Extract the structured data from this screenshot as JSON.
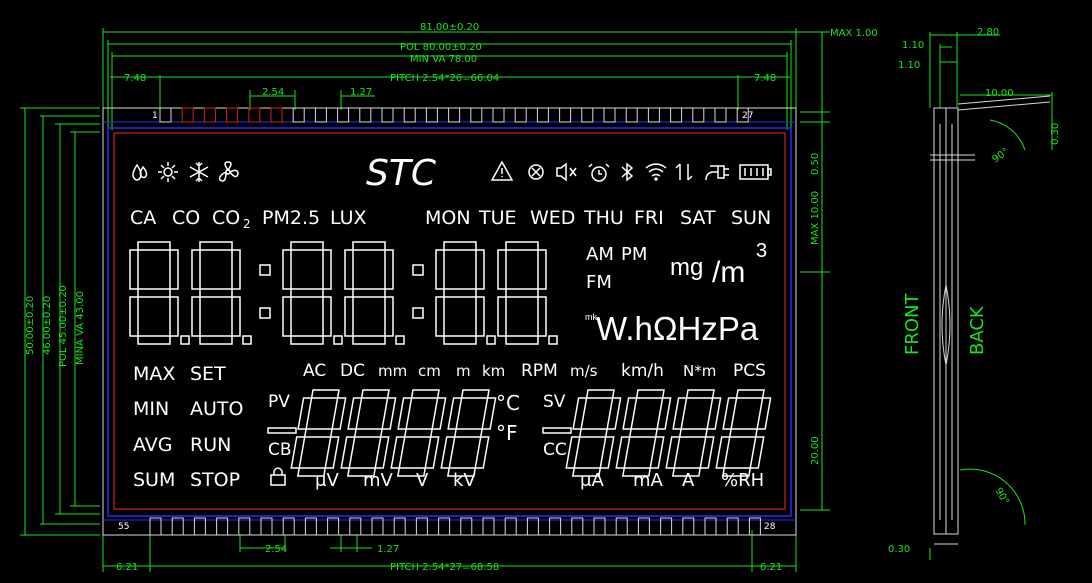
{
  "dimensions": {
    "overall_width": "81.00±0.20",
    "pol_width": "POL 80.00±0.20",
    "min_va_width": "MIN VA 78.00",
    "pitch_top": "PITCH 2.54*26=66.04",
    "left_offset_top": "7.48",
    "right_offset_top": "7.48",
    "pitch_unit_top": "2.54",
    "pin_width_top": "1.27",
    "max_thickness": "MAX 1.00",
    "dim_050": "0.50",
    "max_1000": "MAX 10.00",
    "dim_2000": "20.00",
    "overall_height": "50.00±0.20",
    "height_46": "46.00±0.20",
    "pol_height": "POL 45.00±0.20",
    "mina_va_height": "MINA VA 43.00",
    "pitch_bottom": "PITCH 2.54*27=68.58",
    "left_offset_bottom": "6.21",
    "right_offset_bottom": "6.21",
    "pitch_unit_bottom": "2.54",
    "pin_width_bottom": "1.27",
    "side_280": "2.80",
    "side_110a": "1.10",
    "side_110b": "1.10",
    "side_1000": "10.00",
    "side_030_top": "0.30",
    "side_030_bottom": "0.30",
    "angle_top": "90°",
    "angle_bottom": "90°"
  },
  "pins": {
    "top_first": "1",
    "top_last": "27",
    "bottom_first": "55",
    "bottom_last": "28"
  },
  "side_labels": {
    "front": "FRONT",
    "back": "BACK"
  },
  "display": {
    "brand": "STC",
    "gases": [
      "CA",
      "CO",
      "CO",
      "PM2.5",
      "LUX"
    ],
    "co2_sub": "2",
    "days": [
      "MON",
      "TUE",
      "WED",
      "THU",
      "FRI",
      "SAT",
      "SUN"
    ],
    "am": "AM",
    "pm": "PM",
    "fm": "FM",
    "unit_mg": "mg",
    "unit_slash": "/m",
    "unit_cube": "3",
    "big_units": "W.hΩHzPa",
    "big_units_prefix": "mk",
    "modes_left": [
      "MAX",
      "SET",
      "MIN",
      "AUTO",
      "AVG",
      "RUN",
      "SUM",
      "STOP"
    ],
    "units_row": [
      "AC",
      "DC",
      "mm",
      "cm",
      "m",
      "km",
      "RPM",
      "m/s",
      "km/h",
      "N*m",
      "PCS"
    ],
    "pv": "PV",
    "cb": "CB",
    "sv": "SV",
    "cc": "CC",
    "deg_c": "°C",
    "deg_f": "°F",
    "bottom_units": [
      "μV",
      "mV",
      "V",
      "kV",
      "μA",
      "mA",
      "A",
      "%RH"
    ]
  }
}
